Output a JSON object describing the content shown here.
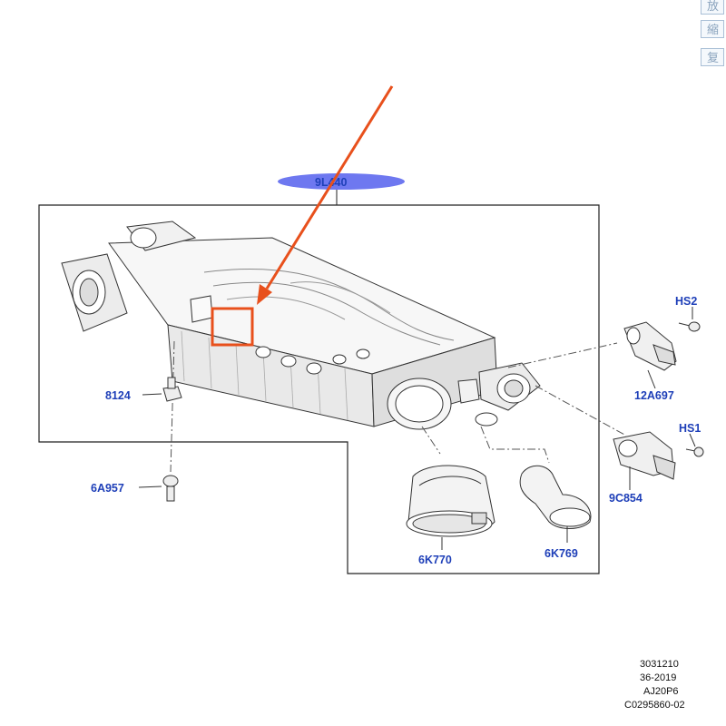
{
  "toolbar": {
    "buttons": [
      {
        "label": "放",
        "icon": "zoom-in-icon"
      },
      {
        "label": "縮",
        "icon": "zoom-out-icon"
      },
      {
        "label": "复",
        "icon": "reset-icon"
      }
    ]
  },
  "diagram": {
    "assembly_label": "9L440",
    "parts": [
      {
        "id": "hs2",
        "label": "HS2"
      },
      {
        "id": "12a697",
        "label": "12A697"
      },
      {
        "id": "8124",
        "label": "8124"
      },
      {
        "id": "hs1",
        "label": "HS1"
      },
      {
        "id": "9c854",
        "label": "9C854"
      },
      {
        "id": "6a957",
        "label": "6A957"
      },
      {
        "id": "6k770",
        "label": "6K770"
      },
      {
        "id": "6k769",
        "label": "6K769"
      }
    ],
    "highlight_color": "#e8501c",
    "callout_color": "#1e3fb8",
    "assembly_badge_color": "#6e78f0"
  },
  "stamp": {
    "lines": [
      "3031210",
      "36-2019",
      "AJ20P6",
      "C0295860-02"
    ]
  }
}
